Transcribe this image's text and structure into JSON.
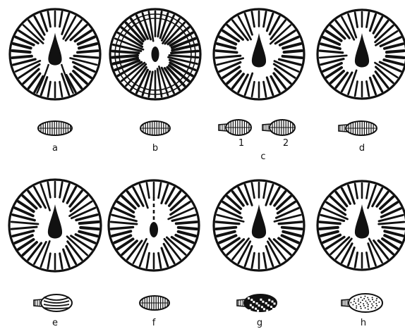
{
  "figure": {
    "labels": {
      "a": "a",
      "b": "b",
      "c": "c",
      "c1": "1",
      "c2": "2",
      "d": "d",
      "e": "e",
      "f": "f",
      "g": "g",
      "h": "h"
    },
    "colors": {
      "ink": "#111111",
      "paper": "#ffffff"
    },
    "discs": [
      {
        "id": "a",
        "style": "forked-center"
      },
      {
        "id": "b",
        "style": "concentric-rings"
      },
      {
        "id": "c",
        "style": "teardrop-center"
      },
      {
        "id": "d",
        "style": "teardrop-center"
      },
      {
        "id": "e",
        "style": "teardrop-center"
      },
      {
        "id": "f",
        "style": "small-oval-center"
      },
      {
        "id": "g",
        "style": "teardrop-center"
      },
      {
        "id": "h",
        "style": "teardrop-center"
      }
    ],
    "side_views": [
      {
        "id": "a",
        "style": "striped"
      },
      {
        "id": "b",
        "style": "striped"
      },
      {
        "id": "c1",
        "style": "striped-with-base"
      },
      {
        "id": "c2",
        "style": "striped-with-base"
      },
      {
        "id": "d",
        "style": "striped-with-base"
      },
      {
        "id": "e",
        "style": "reticulate"
      },
      {
        "id": "f",
        "style": "striped"
      },
      {
        "id": "g",
        "style": "dark-mottled"
      },
      {
        "id": "h",
        "style": "dotted"
      }
    ]
  }
}
